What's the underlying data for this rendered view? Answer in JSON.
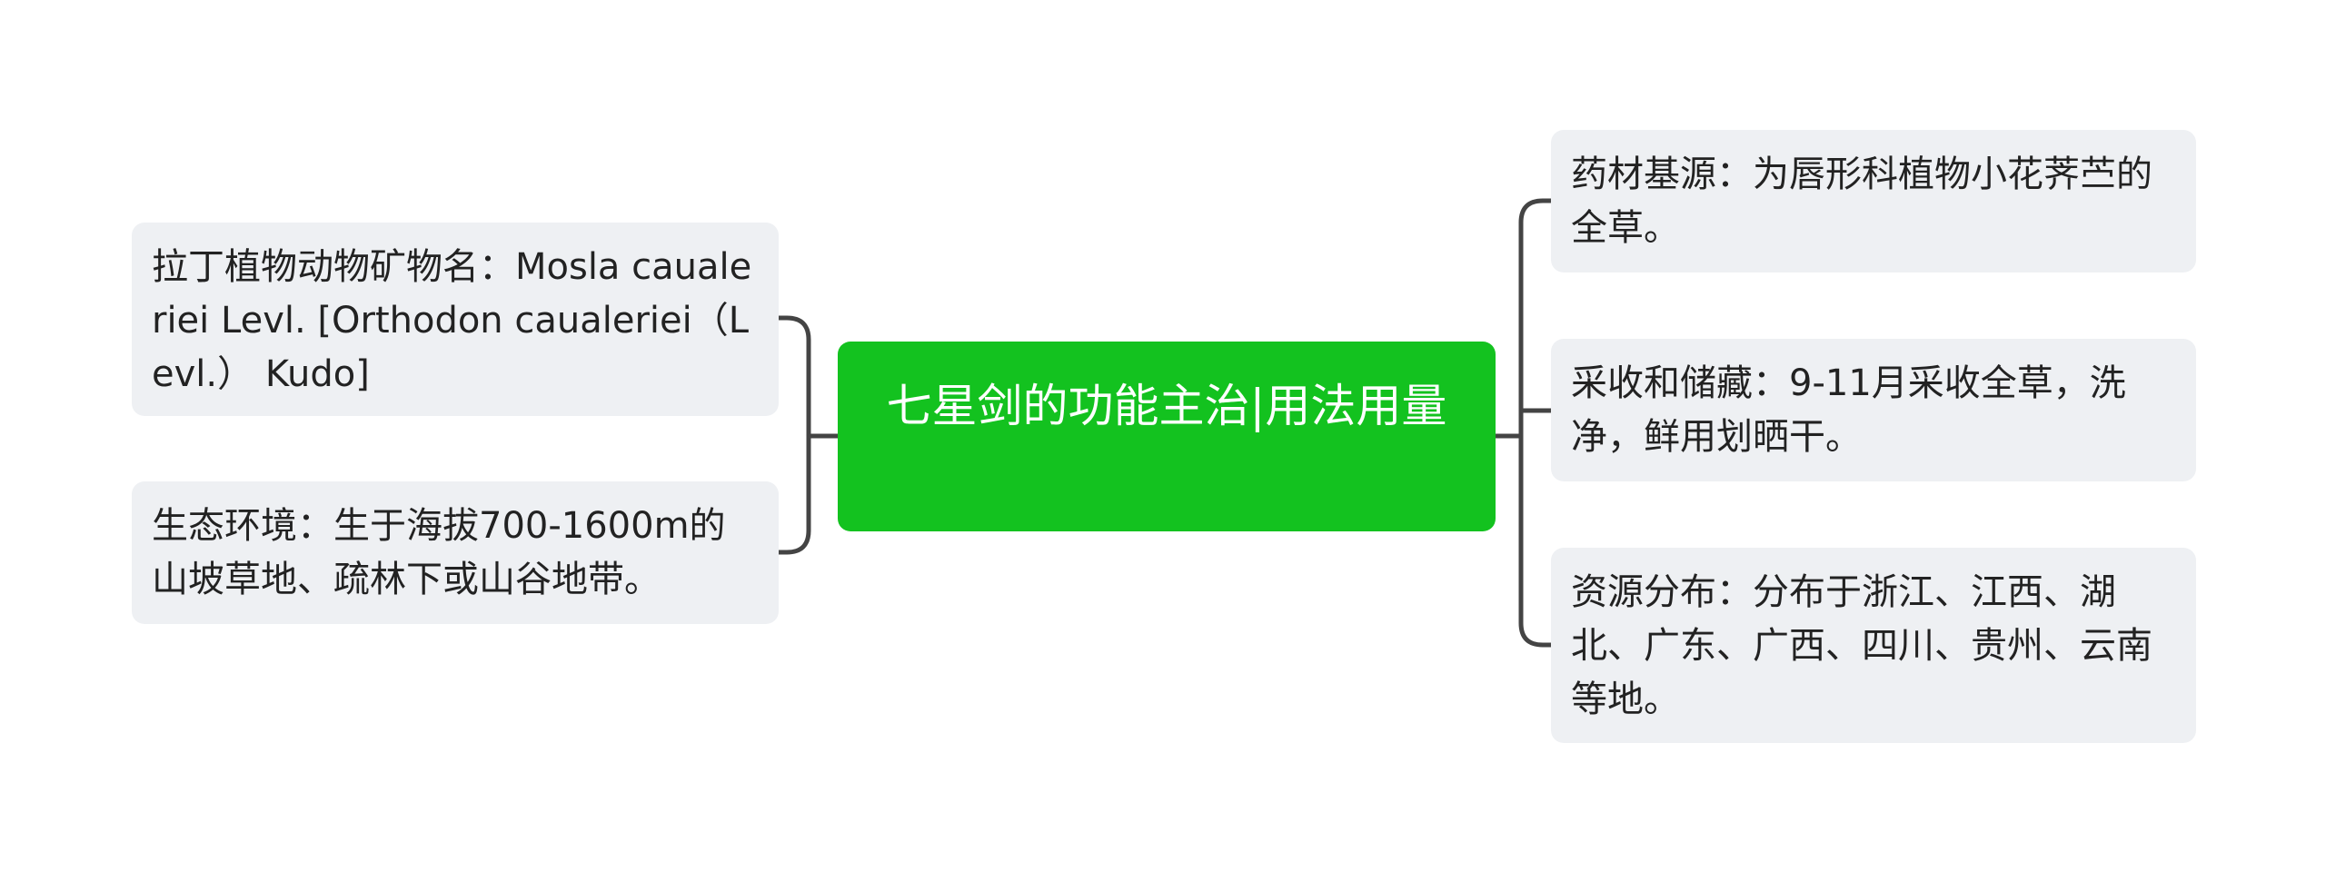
{
  "theme": {
    "center_color": "#13c21f",
    "node_color": "#eef0f3",
    "line_color": "#444444",
    "text_color": "#222222"
  },
  "root": {
    "title": "七星剑的功能主治|用法用量"
  },
  "left_branches": [
    {
      "text": "拉丁植物动物矿物名：Mosla caualeriei Levl. [Orthodon caualeriei（Levl.） Kudo]"
    },
    {
      "text": "生态环境：生于海拔700-1600m的山坡草地、疏林下或山谷地带。"
    }
  ],
  "right_branches": [
    {
      "text": "药材基源：为唇形科植物小花荠苎的全草。"
    },
    {
      "text": "采收和储藏：9-11月采收全草，洗净，鲜用划晒干。"
    },
    {
      "text": "资源分布：分布于浙江、江西、湖北、广东、广西、四川、贵州、云南等地。"
    }
  ]
}
